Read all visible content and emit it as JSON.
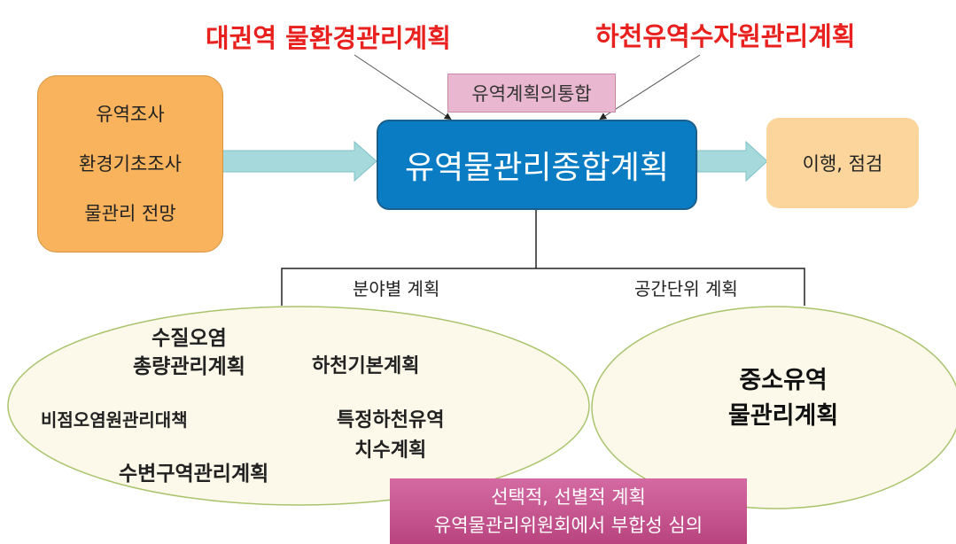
{
  "titles": {
    "left": "대권역 물환경관리계획",
    "right": "하천유역수자원관리계획"
  },
  "integration_label": "유역계획의통합",
  "inputs": [
    "유역조사",
    "환경기초조사",
    "물관리 전망"
  ],
  "main_plan": "유역물관리종합계획",
  "output": "이행, 점검",
  "branches": {
    "field": "분야별 계획",
    "space": "공간단위 계획"
  },
  "field_plans": {
    "water_quality": [
      "수질오염",
      "총량관리계획"
    ],
    "river_basic": "하천기본계획",
    "nonpoint": "비점오염원관리대책",
    "special_river": [
      "특정하천유역",
      "치수계획"
    ],
    "riparian": "수변구역관리계획"
  },
  "space_plan": [
    "중소유역",
    "물관리계획"
  ],
  "note": [
    "선택적, 선별적 계획",
    "유역물관리위원회에서 부합성 심의"
  ],
  "colors": {
    "title_red": "#e8201e",
    "main_blue": "#0a7cc4",
    "input_orange": "#f8b35c",
    "output_peach": "#fbd59c",
    "pink_label": "#e9b7cf",
    "note_magenta": "#c4548f",
    "arrow_teal": "#9fd6da"
  }
}
